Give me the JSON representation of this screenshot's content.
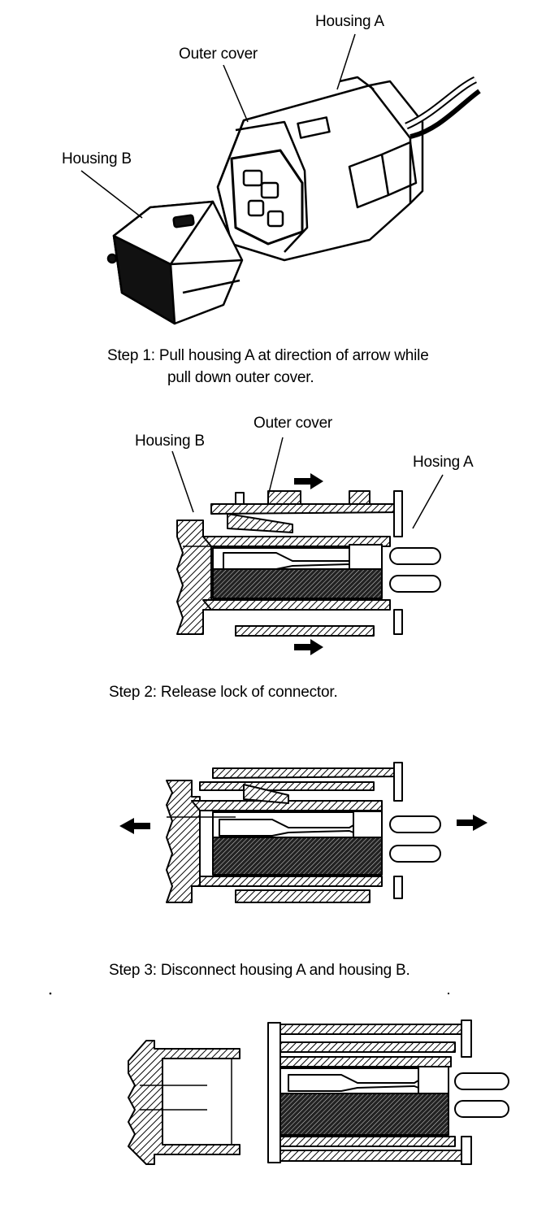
{
  "figure1": {
    "label_housing_a": "Housing A",
    "label_outer_cover": "Outer cover",
    "label_housing_b": "Housing B"
  },
  "step1": {
    "line1": "Step 1: Pull housing A at direction of arrow while",
    "line2": "pull down outer cover."
  },
  "figure2": {
    "label_housing_b": "Housing B",
    "label_outer_cover": "Outer cover",
    "label_housing_a": "Hosing A"
  },
  "step2": {
    "text": "Step 2: Release lock of connector."
  },
  "step3": {
    "text": "Step 3: Disconnect housing A and housing B."
  },
  "colors": {
    "ink": "#000000",
    "paper": "#ffffff"
  },
  "icons": [
    "arrow-right-icon",
    "arrow-left-icon",
    "hatch-pattern"
  ]
}
